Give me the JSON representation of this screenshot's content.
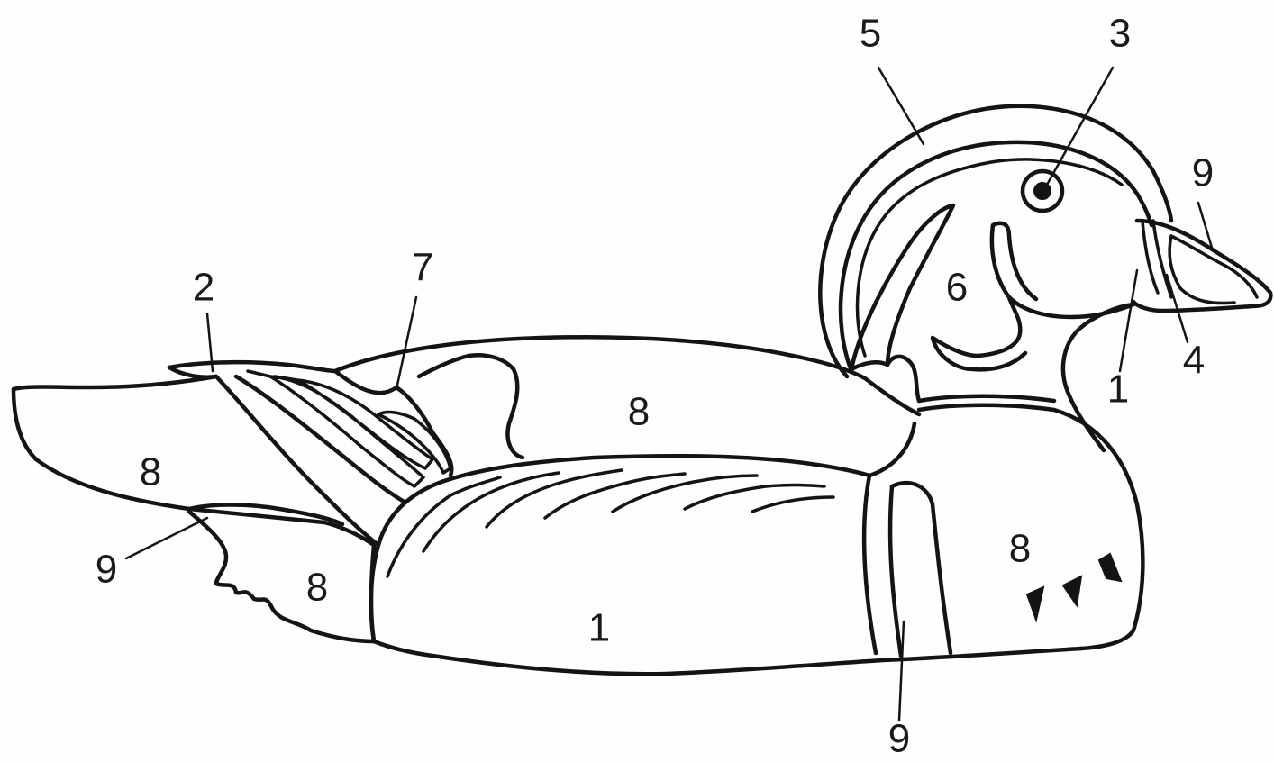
{
  "labels": {
    "head_crown": "5",
    "eye": "3",
    "bill_tip": "9",
    "face": "6",
    "bill_base": "4",
    "throat": "1",
    "wing_tip": "2",
    "tertial": "7",
    "back": "8",
    "tail": "8",
    "tail_under": "9",
    "undertail_coverts": "8",
    "side_flank": "1",
    "breast": "8",
    "breast_band": "9"
  },
  "colors": {
    "ink": "#141414",
    "paper": "#fefefe"
  }
}
